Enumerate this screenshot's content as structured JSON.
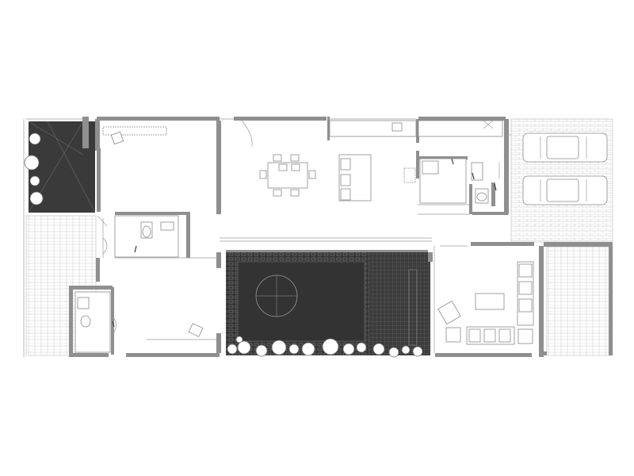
{
  "drawing": {
    "type": "architectural floor plan",
    "labels": []
  },
  "colors": {
    "background": "#ffffff",
    "wall": "#8f8f8f",
    "line": "#9a9a9a",
    "dark_fill": "#3a3a3a",
    "paving": "#c8c8c8"
  },
  "elements": {
    "cars": 2,
    "dining_chairs": 8,
    "toilets": 3,
    "courtyard_trees": 14
  }
}
